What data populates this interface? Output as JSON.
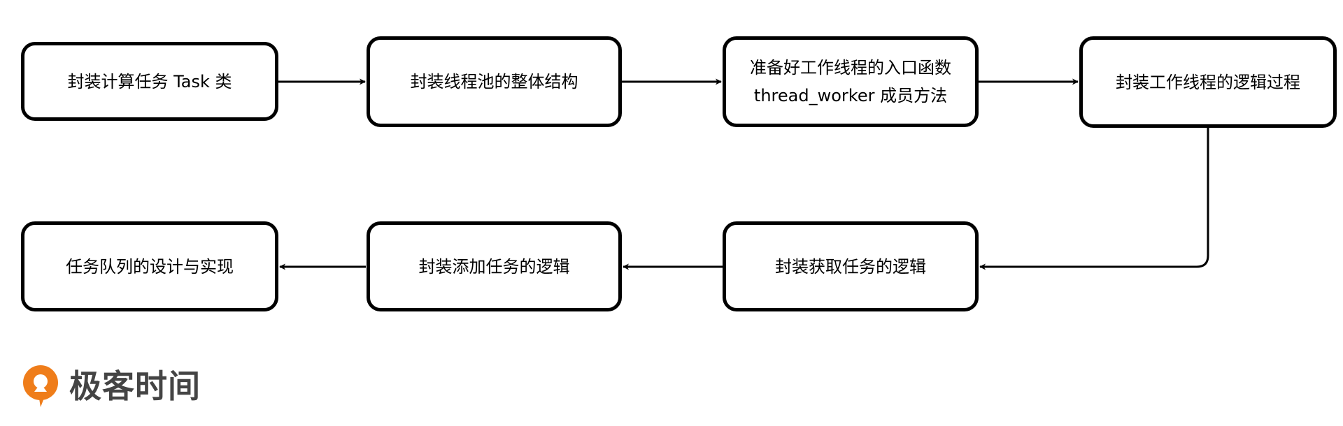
{
  "diagram": {
    "nodes": {
      "task_class": {
        "lines": [
          "封装计算任务 Task 类"
        ]
      },
      "pool_structure": {
        "lines": [
          "封装线程池的整体结构"
        ]
      },
      "entry_function": {
        "lines": [
          "准备好工作线程的入口函数",
          "thread_worker 成员方法"
        ]
      },
      "worker_logic": {
        "lines": [
          "封装工作线程的逻辑过程"
        ]
      },
      "fetch_task": {
        "lines": [
          "封装获取任务的逻辑"
        ]
      },
      "add_task": {
        "lines": [
          "封装添加任务的逻辑"
        ]
      },
      "task_queue": {
        "lines": [
          "任务队列的设计与实现"
        ]
      }
    },
    "edges": [
      {
        "from": "task_class",
        "to": "pool_structure"
      },
      {
        "from": "pool_structure",
        "to": "entry_function"
      },
      {
        "from": "entry_function",
        "to": "worker_logic"
      },
      {
        "from": "worker_logic",
        "to": "fetch_task"
      },
      {
        "from": "fetch_task",
        "to": "add_task"
      },
      {
        "from": "add_task",
        "to": "task_queue"
      }
    ]
  },
  "logo": {
    "text": "极客时间",
    "color": "#ef7d1a"
  }
}
